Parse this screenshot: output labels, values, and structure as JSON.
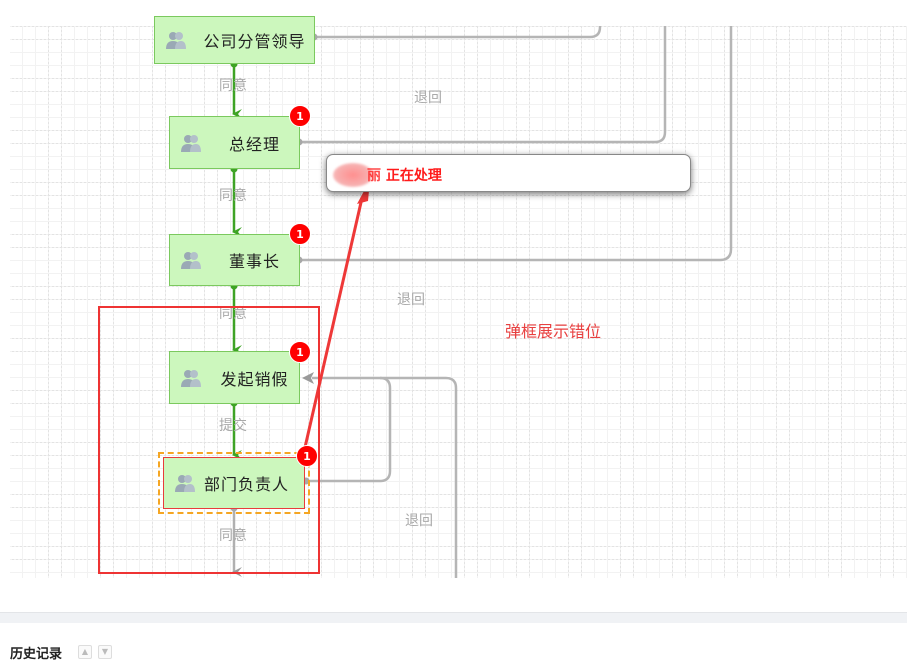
{
  "flowchart": {
    "nodes": [
      {
        "id": "company-leader",
        "label": "公司分管领导",
        "badge": null
      },
      {
        "id": "general-manager",
        "label": "总经理",
        "badge": "1"
      },
      {
        "id": "chairman",
        "label": "董事长",
        "badge": "1"
      },
      {
        "id": "initiate-cancel-leave",
        "label": "发起销假",
        "badge": "1"
      },
      {
        "id": "dept-head",
        "label": "部门负责人",
        "badge": "1",
        "current": true
      }
    ],
    "edge_labels": {
      "agree_1": "同意",
      "agree_2": "同意",
      "agree_3": "同意",
      "submit": "提交",
      "agree_4": "同意",
      "return_1": "退回",
      "return_2": "退回",
      "return_3": "退回"
    }
  },
  "popup": {
    "status_text": "正在处理",
    "partial_char": "丽"
  },
  "annotation": {
    "note": "弹框展示错位"
  },
  "history": {
    "title": "历史记录",
    "buttons": [
      "▲",
      "▼"
    ]
  },
  "colors": {
    "node_fill": "#ccf7bd",
    "node_border": "#7bc95e",
    "flow_green": "#3ea325",
    "return_gray": "#b0b0b0",
    "badge_red": "#ff0000",
    "annotation_red": "#ee3333",
    "current_dash": "#f5a623"
  }
}
